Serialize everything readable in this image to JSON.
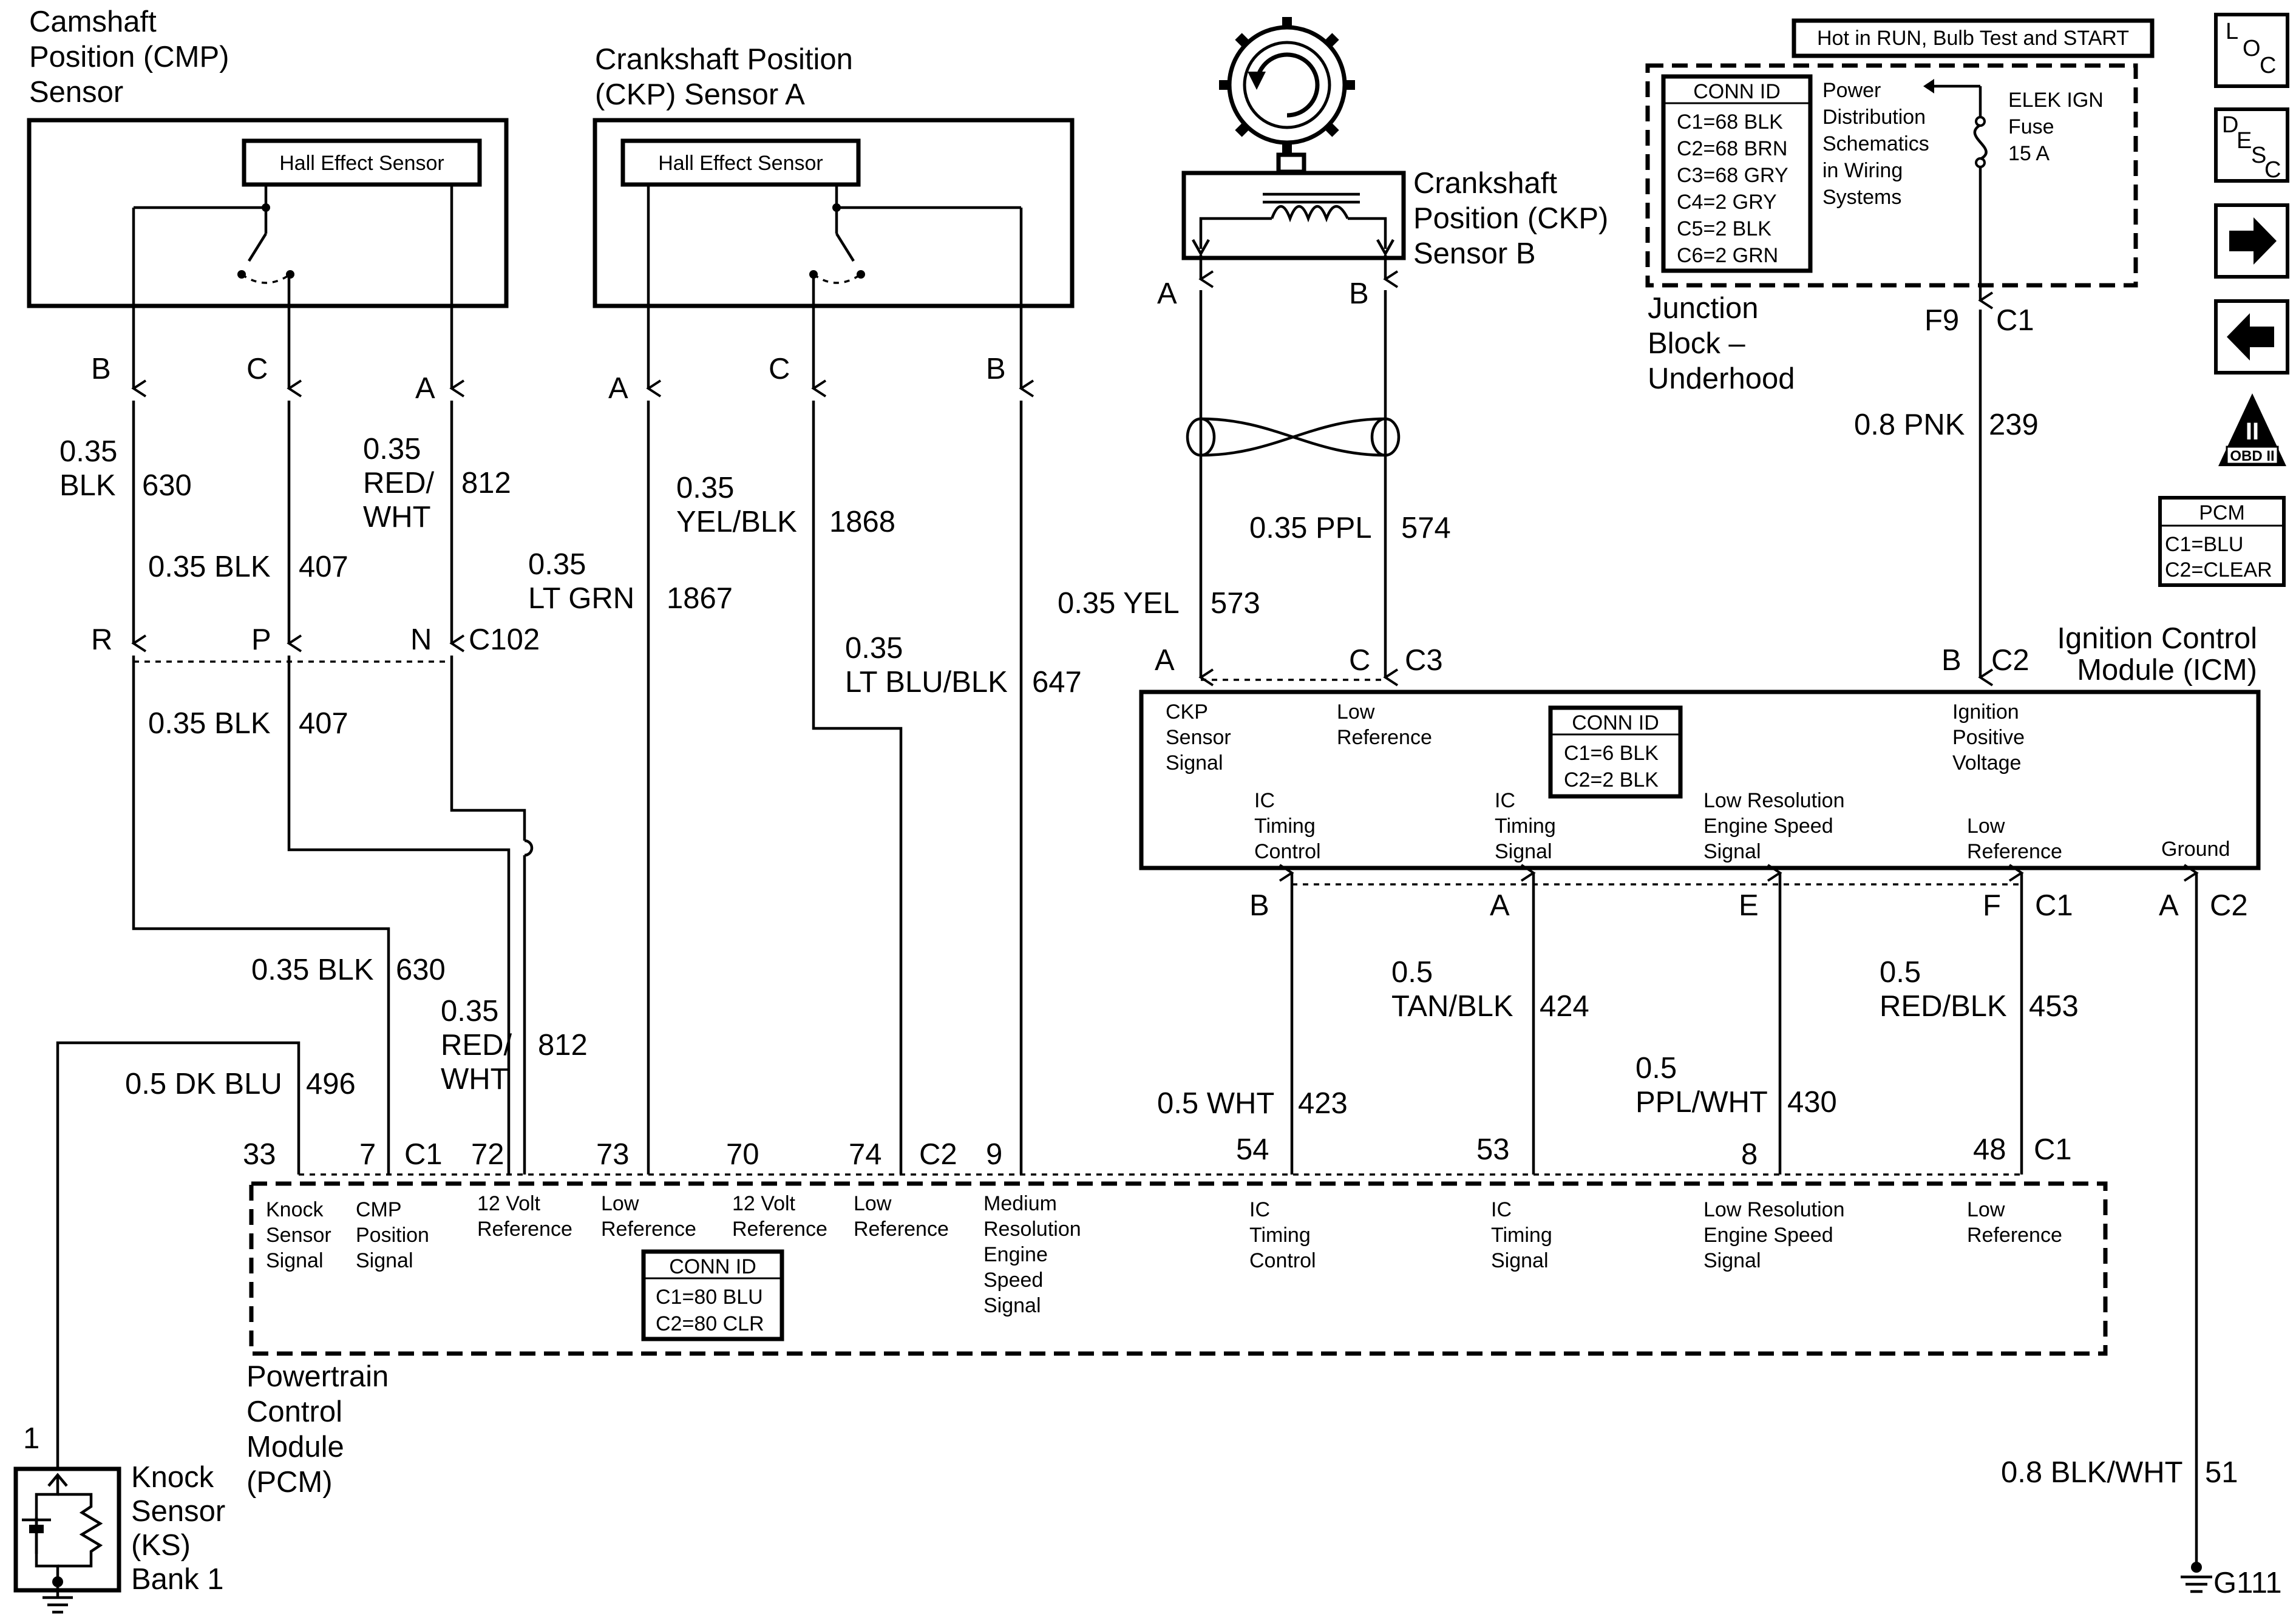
{
  "colors": {
    "ink": "#000000",
    "paper": "#ffffff"
  },
  "icons": {
    "loc": "loc-icon",
    "desc": "desc-icon",
    "next": "arrow-right-icon",
    "prev": "arrow-left-icon",
    "obd": "obd-ii-icon",
    "reluctor": "reluctor-wheel-icon",
    "ground": "ground-icon"
  },
  "nav": {
    "loc_l": "L",
    "loc_o": "O",
    "loc_c": "C",
    "desc_d": "D",
    "desc_e": "E",
    "desc_s": "S",
    "desc_c": "C",
    "obd_ii": "II",
    "obd_label": "OBD II"
  },
  "pcm_legend": {
    "title": "PCM",
    "c1": "C1=BLU",
    "c2": "C2=CLEAR"
  },
  "components": {
    "cmp": {
      "l1": "Camshaft",
      "l2": "Position (CMP)",
      "l3": "Sensor",
      "hall": "Hall Effect Sensor"
    },
    "ckpa": {
      "l1": "Crankshaft Position",
      "l2": "(CKP) Sensor A",
      "hall": "Hall Effect Sensor"
    },
    "ckpb": {
      "l1": "Crankshaft",
      "l2": "Position (CKP)",
      "l3": "Sensor B"
    },
    "junction": {
      "hot": "Hot in RUN, Bulb Test and START",
      "conn_title": "CONN ID",
      "conn": [
        "C1=68 BLK",
        "C2=68 BRN",
        "C3=68 GRY",
        "C4=2 GRY",
        "C5=2 BLK",
        "C6=2 GRN"
      ],
      "pds": [
        "Power",
        "Distribution",
        "Schematics",
        "in Wiring",
        "Systems"
      ],
      "fuse": [
        "ELEK IGN",
        "Fuse",
        "15 A"
      ],
      "name": [
        "Junction",
        "Block –",
        "Underhood"
      ]
    },
    "icm": {
      "name1": "Ignition Control",
      "name2": "Module (ICM)",
      "conn_title": "CONN ID",
      "conn": [
        "C1=6 BLK",
        "C2=2 BLK"
      ],
      "ckp_sig": [
        "CKP",
        "Sensor",
        "Signal"
      ],
      "low_ref": [
        "Low",
        "Reference"
      ],
      "ign_pos": [
        "Ignition",
        "Positive",
        "Voltage"
      ],
      "ic_tc": [
        "IC",
        "Timing",
        "Control"
      ],
      "ic_ts": [
        "IC",
        "Timing",
        "Signal"
      ],
      "lres": [
        "Low Resolution",
        "Engine Speed",
        "Signal"
      ],
      "low_ref2": [
        "Low",
        "Reference"
      ],
      "ground": "Ground"
    },
    "pcm": {
      "name": [
        "Powertrain",
        "Control",
        "Module",
        "(PCM)"
      ],
      "conn_title": "CONN ID",
      "conn": [
        "C1=80 BLU",
        "C2=80 CLR"
      ],
      "knock": [
        "Knock",
        "Sensor",
        "Signal"
      ],
      "cmp": [
        "CMP",
        "Position",
        "Signal"
      ],
      "v12a": [
        "12 Volt",
        "Reference"
      ],
      "lowa": [
        "Low",
        "Reference"
      ],
      "v12b": [
        "12 Volt",
        "Reference"
      ],
      "lowb": [
        "Low",
        "Reference"
      ],
      "mres": [
        "Medium",
        "Resolution",
        "Engine",
        "Speed",
        "Signal"
      ],
      "ictc": [
        "IC",
        "Timing",
        "Control"
      ],
      "icts": [
        "IC",
        "Timing",
        "Signal"
      ],
      "lres": [
        "Low Resolution",
        "Engine Speed",
        "Signal"
      ],
      "lowc": [
        "Low",
        "Reference"
      ]
    },
    "ks": {
      "name": [
        "Knock",
        "Sensor",
        "(KS)",
        "Bank 1"
      ]
    }
  },
  "pins": {
    "cmp_b": "B",
    "cmp_c": "C",
    "cmp_a": "A",
    "ckpa_a": "A",
    "ckpa_c": "C",
    "ckpa_b": "B",
    "ckpb_a": "A",
    "ckpb_b": "B",
    "f9": "F9",
    "jb_c1": "C1",
    "c102_r": "R",
    "c102_p": "P",
    "c102_n": "N",
    "c102": "C102",
    "icm_a_top": "A",
    "icm_c_top": "C",
    "icm_c3": "C3",
    "icm_b_top": "B",
    "icm_c2_top": "C2",
    "icm_b": "B",
    "icm_a": "A",
    "icm_e": "E",
    "icm_f": "F",
    "icm_c1": "C1",
    "icm_a2": "A",
    "icm_c2": "C2",
    "p33": "33",
    "p7": "7",
    "pc1": "C1",
    "p72": "72",
    "p73": "73",
    "p70": "70",
    "p74": "74",
    "pc2": "C2",
    "p9": "9",
    "p54": "54",
    "p53": "53",
    "p8": "8",
    "p48": "48",
    "pc1b": "C1",
    "ks1": "1",
    "g111": "G111"
  },
  "wires": {
    "w630a_g": "0.35",
    "w630a_c": "BLK",
    "w630a_n": "630",
    "w407a": "0.35 BLK",
    "w407a_n": "407",
    "w812a_g": "0.35",
    "w812a_c1": "RED/",
    "w812a_c2": "WHT",
    "w812a_n": "812",
    "w1867_g": "0.35",
    "w1867_c": "LT GRN",
    "w1867_n": "1867",
    "w1868_g": "0.35",
    "w1868_c": "YEL/BLK",
    "w1868_n": "1868",
    "w647_g": "0.35",
    "w647_c": "LT BLU/BLK",
    "w647_n": "647",
    "w573": "0.35 YEL",
    "w573_n": "573",
    "w574": "0.35 PPL",
    "w574_n": "574",
    "w239": "0.8 PNK",
    "w239_n": "239",
    "w407b": "0.35 BLK",
    "w407b_n": "407",
    "w630b": "0.35 BLK",
    "w630b_n": "630",
    "w812b_g": "0.35",
    "w812b_c1": "RED/",
    "w812b_c2": "WHT",
    "w812b_n": "812",
    "w496": "0.5 DK BLU",
    "w496_n": "496",
    "w423": "0.5 WHT",
    "w423_n": "423",
    "w424_g": "0.5",
    "w424_c": "TAN/BLK",
    "w424_n": "424",
    "w430_g": "0.5",
    "w430_c": "PPL/WHT",
    "w430_n": "430",
    "w453_g": "0.5",
    "w453_c": "RED/BLK",
    "w453_n": "453",
    "w51": "0.8 BLK/WHT",
    "w51_n": "51"
  }
}
